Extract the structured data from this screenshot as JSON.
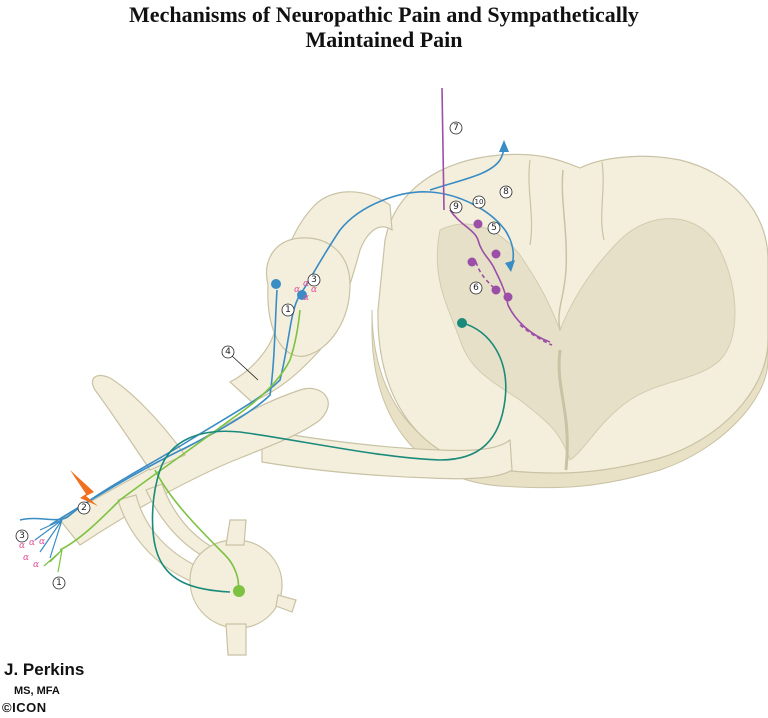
{
  "title": {
    "line1": "Mechanisms of Neuropathic Pain and Sympathetically",
    "line2": "Maintained Pain"
  },
  "labels": {
    "l1a": "1",
    "l1b": "1",
    "l2": "2",
    "l3a": "3",
    "l3b": "3",
    "l4": "4",
    "l5": "5",
    "l6": "6",
    "l7": "7",
    "l8": "8",
    "l9": "9",
    "l10": "10"
  },
  "alpha_symbol": "α",
  "signature": {
    "name": "J. Perkins",
    "credentials": "MS, MFA",
    "logo": "©ICON"
  },
  "colors": {
    "tissue_fill": "#f4efdc",
    "tissue_outline": "#c9c2a4",
    "gray_matter": "#e6e0c8",
    "afferent_blue": "#3a8cc4",
    "sympathetic_green": "#7dc242",
    "efferent_teal": "#1a8a7a",
    "dorsal_horn_purple": "#9b4fa6",
    "injury_orange": "#f07020",
    "alpha_pink": "#e0509a"
  }
}
